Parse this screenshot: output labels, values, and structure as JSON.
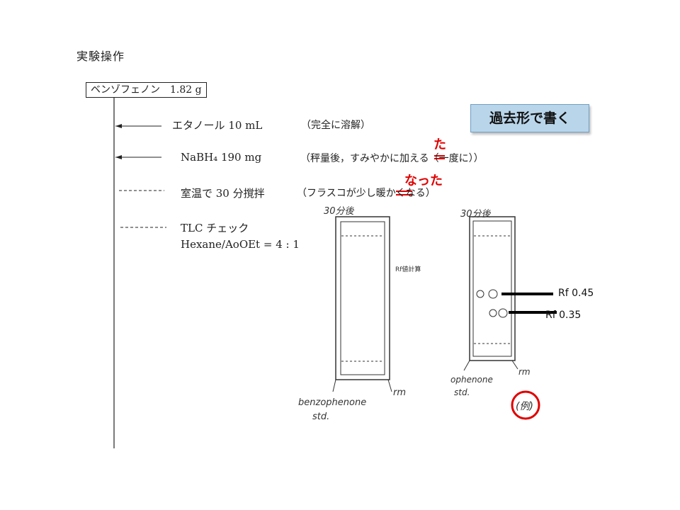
{
  "heading": "実験操作",
  "reagent_box": "ベンゾフェノン　1.82 g",
  "steps": [
    {
      "label": "エタノール 10 mL",
      "note": "（完全に溶解）"
    },
    {
      "label": "NaBH₄ 190 mg",
      "note": "（秤量後，すみやかに加え",
      "note_struck": "る",
      "note_tail": "（一度に））"
    },
    {
      "label": "室温で 30 分撹拌",
      "note": "（フラスコが少し暖かく",
      "note_struck": "なる",
      "note_tail": "）"
    },
    {
      "label": "TLC チェック",
      "label2": "Hexane/AoOEt = 4 : 1"
    }
  ],
  "corrections": {
    "ta": "た",
    "natta": "なった"
  },
  "callout": "過去形で書く",
  "tlc_left": {
    "title": "30分後",
    "side_note": "Rf値計算",
    "bottom_left": "benzophenone",
    "bottom_left2": "std.",
    "bottom_right": "rm"
  },
  "tlc_right": {
    "title": "30分後",
    "bottom_left": "ophenone",
    "bottom_left2": "std.",
    "bottom_right": "rm",
    "example": "(例)"
  },
  "rf_labels": {
    "upper": "Rf 0.45",
    "lower": "Rf 0.35"
  }
}
